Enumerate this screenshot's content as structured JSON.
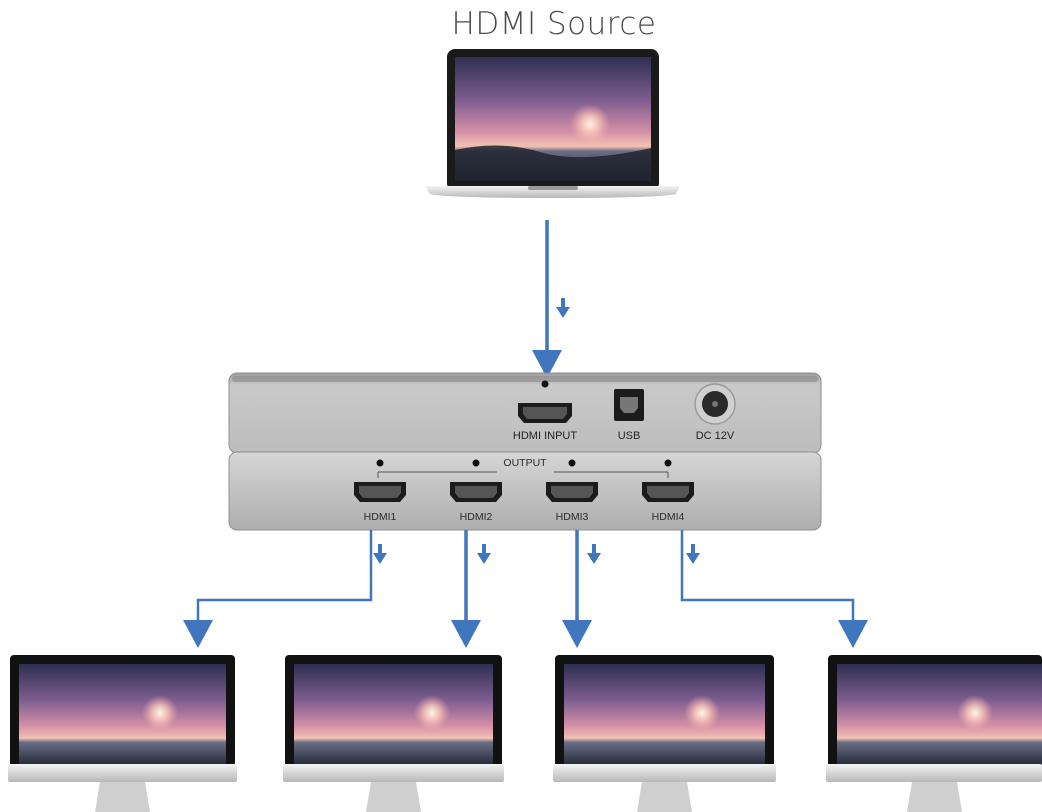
{
  "title": "HDMI Source",
  "device": {
    "input_label": "HDMI INPUT",
    "usb_label": "USB",
    "power_label": "DC 12V",
    "output_group_label": "OUTPUT",
    "outputs": [
      "HDMI1",
      "HDMI2",
      "HDMI3",
      "HDMI4"
    ]
  },
  "colors": {
    "arrow": "#3f76bd",
    "device_body": "#a7a7a7",
    "device_face": "#c9c9c9"
  }
}
